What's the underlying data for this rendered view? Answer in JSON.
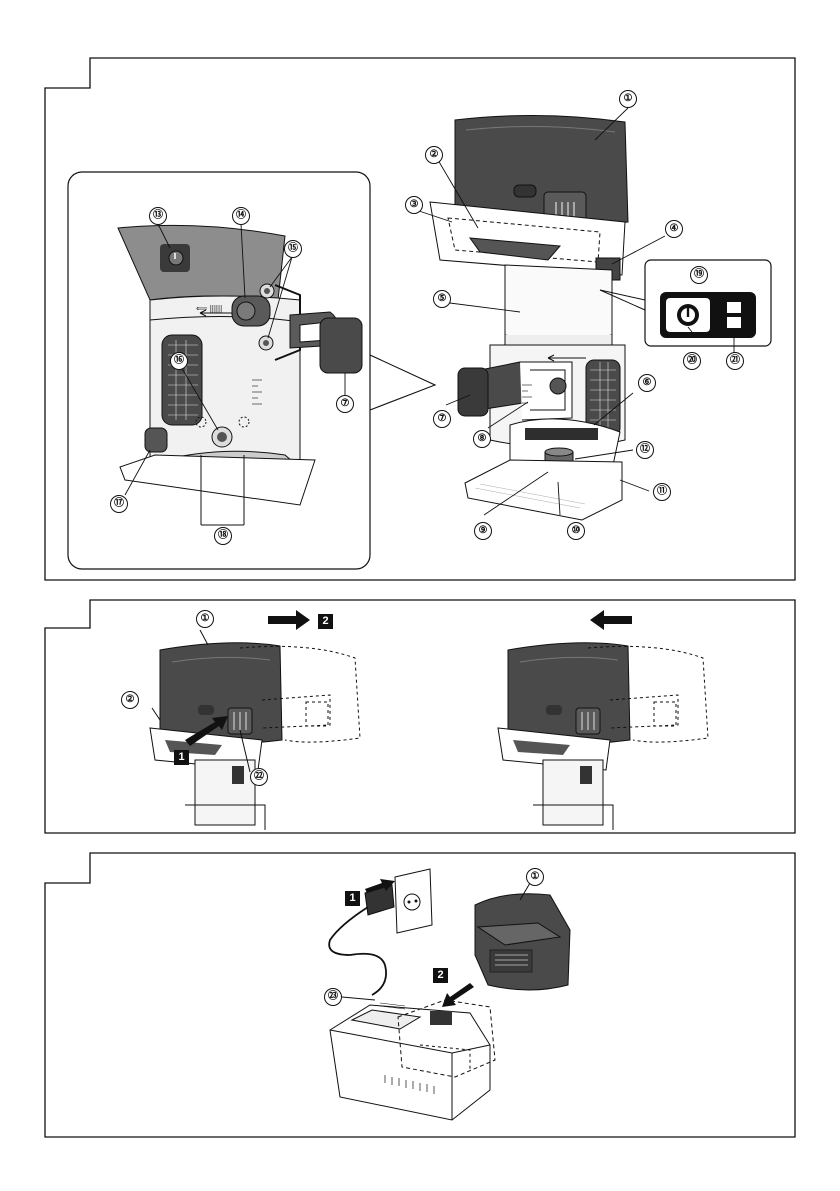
{
  "figures": [
    {
      "id": "fig1",
      "callouts": [
        "①",
        "②",
        "③",
        "④",
        "⑤",
        "⑥",
        "⑦",
        "⑦",
        "⑧",
        "⑨",
        "⑩",
        "⑪",
        "⑫",
        "⑬",
        "⑭",
        "⑮",
        "⑯",
        "⑰",
        "⑱",
        "⑲",
        "⑳",
        "㉑"
      ]
    },
    {
      "id": "fig2",
      "callouts": [
        "①",
        "②",
        "㉒"
      ],
      "steps": [
        "1",
        "2"
      ]
    },
    {
      "id": "fig3",
      "callouts": [
        "①",
        "㉓"
      ],
      "steps": [
        "1",
        "2"
      ]
    }
  ],
  "detail_text": "⟸ ||||||",
  "colors": {
    "body": "#4a4a4a",
    "accent": "#e6e6e6",
    "line": "#111111"
  },
  "icons": [
    "power-button-icon",
    "battery-indicator-icon",
    "arrow-right-icon",
    "arrow-left-icon",
    "plug-icon",
    "socket-icon"
  ]
}
